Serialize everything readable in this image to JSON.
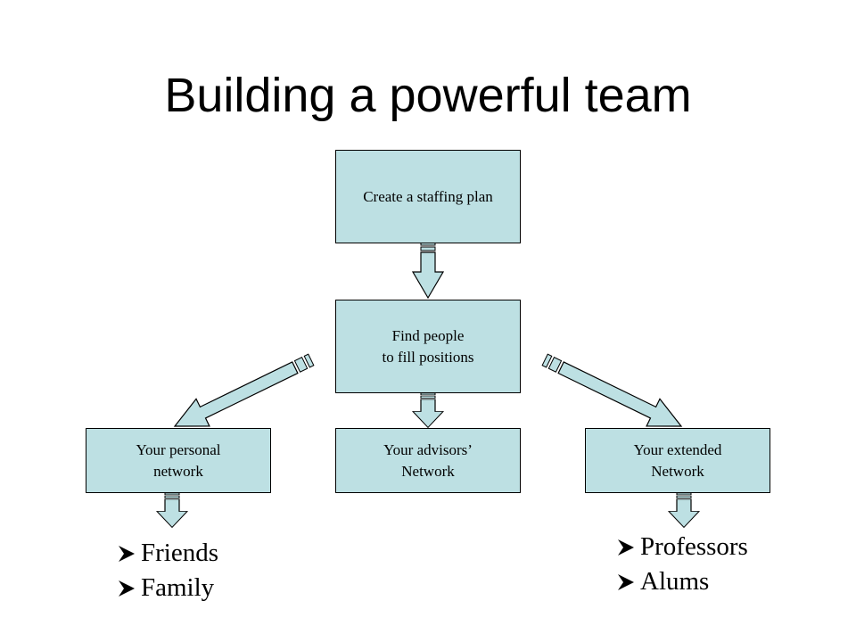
{
  "title": "Building a powerful team",
  "diagram": {
    "colors": {
      "box_fill": "#bde0e3",
      "arrow_fill": "#bde0e3",
      "stroke": "#000000"
    },
    "nodes": {
      "staffing_plan": "Create a staffing plan",
      "find_people": "Find people\nto fill positions",
      "personal_network": "Your personal\nnetwork",
      "advisors_network": "Your advisors’\nNetwork",
      "extended_network": "Your extended\nNetwork"
    },
    "left_list": [
      "Friends",
      "Family"
    ],
    "right_list": [
      "Professors",
      "Alums"
    ],
    "bullet_icon": "arrowhead-bullet-icon"
  }
}
